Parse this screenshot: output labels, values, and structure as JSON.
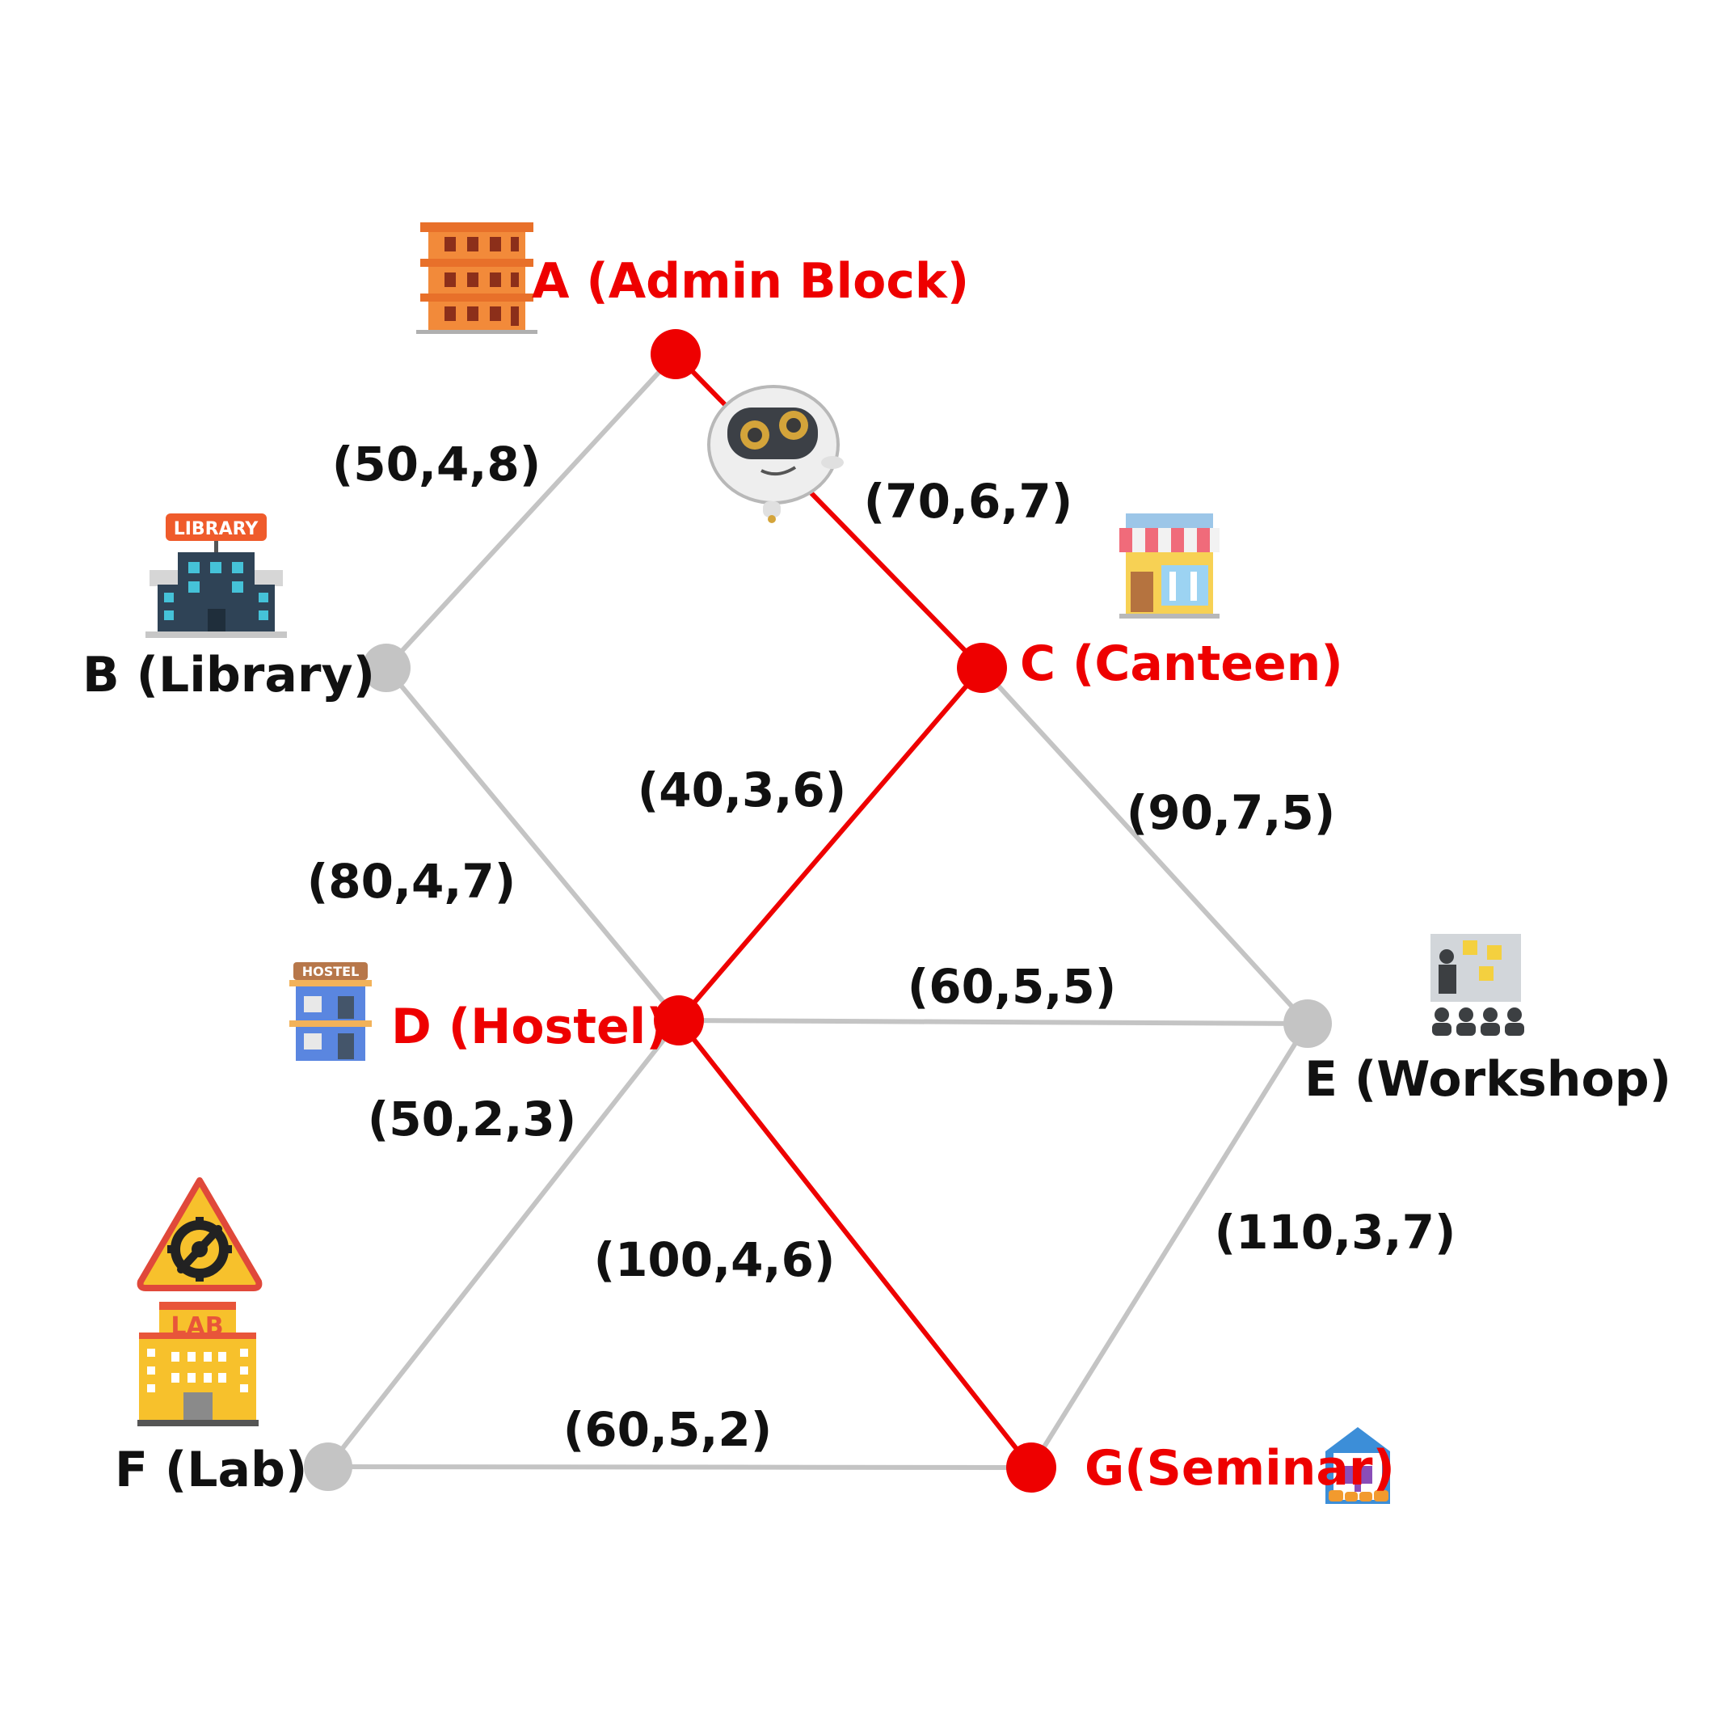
{
  "colors": {
    "active": "#ee0000",
    "inactive": "#c4c4c4",
    "text_default": "#111111"
  },
  "nodes": [
    {
      "id": "A",
      "label": "A (Admin Block)",
      "active": true,
      "icon": "admin-building-icon"
    },
    {
      "id": "B",
      "label": "B (Library)",
      "active": false,
      "icon": "library-building-icon",
      "icon_text": "LIBRARY"
    },
    {
      "id": "C",
      "label": "C (Canteen)",
      "active": true,
      "icon": "canteen-shop-icon"
    },
    {
      "id": "D",
      "label": "D (Hostel)",
      "active": true,
      "icon": "hostel-building-icon",
      "icon_text": "HOSTEL"
    },
    {
      "id": "E",
      "label": "E (Workshop)",
      "active": false,
      "icon": "workshop-presentation-icon"
    },
    {
      "id": "F",
      "label": "F (Lab)",
      "active": false,
      "icon": "lab-building-icon",
      "icon_text": "LAB"
    },
    {
      "id": "G",
      "label": "G(Seminar)",
      "active": true,
      "icon": "seminar-hall-icon"
    }
  ],
  "edges": [
    {
      "from": "A",
      "to": "B",
      "label": "(50,4,8)",
      "active": false
    },
    {
      "from": "A",
      "to": "C",
      "label": "(70,6,7)",
      "active": true
    },
    {
      "from": "B",
      "to": "D",
      "label": "(80,4,7)",
      "active": false
    },
    {
      "from": "C",
      "to": "D",
      "label": "(40,3,6)",
      "active": true
    },
    {
      "from": "C",
      "to": "E",
      "label": "(90,7,5)",
      "active": false
    },
    {
      "from": "D",
      "to": "E",
      "label": "(60,5,5)",
      "active": false
    },
    {
      "from": "D",
      "to": "F",
      "label": "(50,2,3)",
      "active": false
    },
    {
      "from": "D",
      "to": "G",
      "label": "(100,4,6)",
      "active": true
    },
    {
      "from": "E",
      "to": "G",
      "label": "(110,3,7)",
      "active": false
    },
    {
      "from": "F",
      "to": "G",
      "label": "(60,5,2)",
      "active": false
    }
  ],
  "robot": {
    "icon": "robot-icon"
  },
  "warning": {
    "icon": "maintenance-warning-icon"
  }
}
